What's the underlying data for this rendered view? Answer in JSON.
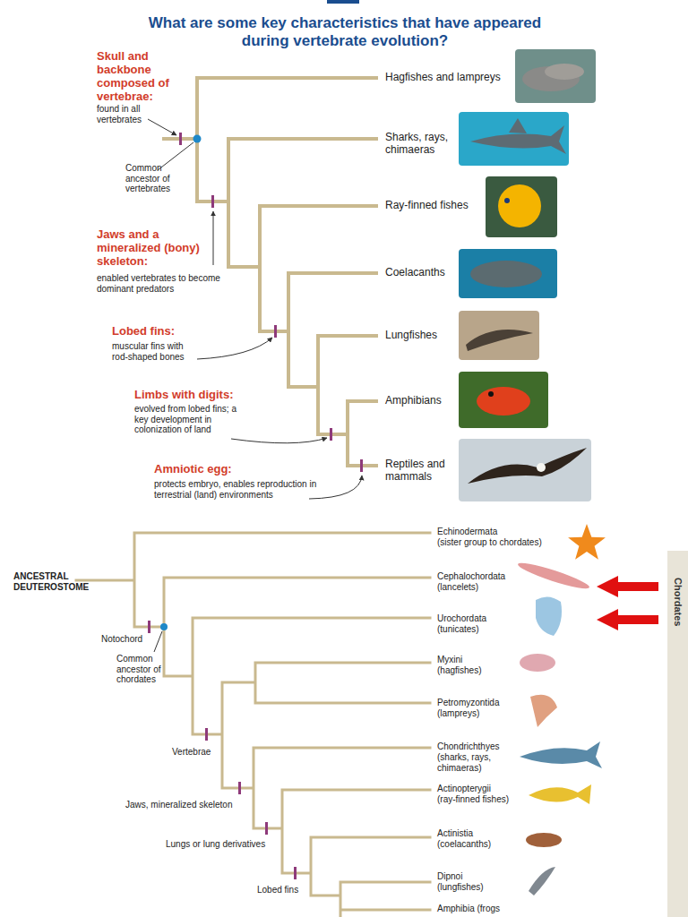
{
  "diagram": {
    "title": "What are some key characteristics that have appeared during vertebrate evolution?",
    "nodes": [
      {
        "text": [
          "Chordates"
        ]
      }
    ],
    "labels": [
      "Hagfishes and lampreys",
      "Sharks, rays, chimaeras",
      "Ray-finned fishes",
      "Coelacanths",
      "Lungfishes",
      "Amphibians",
      "Reptiles and mammals",
      "Skull and backbone composed of vertebrae:",
      "found in all vertebrates",
      "Common ancestor of vertebrates",
      "Jaws and a mineralized (bony) skeleton:",
      "enabled vertebrates to become dominant predators",
      "Lobed fins:",
      "muscular fins with rod-shaped bones",
      "Limbs with digits:",
      "evolved from lobed fins; a key development in colonization of land",
      "Amniotic egg:",
      "protects embryo, enables reproduction in terrestrial (land) environments",
      "ANCESTRAL DEUTEROSTOME",
      "Echinodermata",
      "(sister group to chordates)",
      "Cephalochordata",
      "(lancelets)",
      "Urochordata",
      "(tunicates)",
      "Myxini",
      "(hagfishes)",
      "Petromyzontida",
      "(lampreys)",
      "Chondrichthyes",
      "(sharks, rays, chimaeras)",
      "Actinopterygii",
      "(ray-finned fishes)",
      "Actinistia",
      "(coelacanths)",
      "Dipnoi",
      "(lungfishes)",
      "Amphibia (frogs",
      "Notochord",
      "Common ancestor of chordates",
      "Vertebrae",
      "Jaws, mineralized skeleton",
      "Lungs or lung derivatives",
      "Lobed fins"
    ]
  }
}
